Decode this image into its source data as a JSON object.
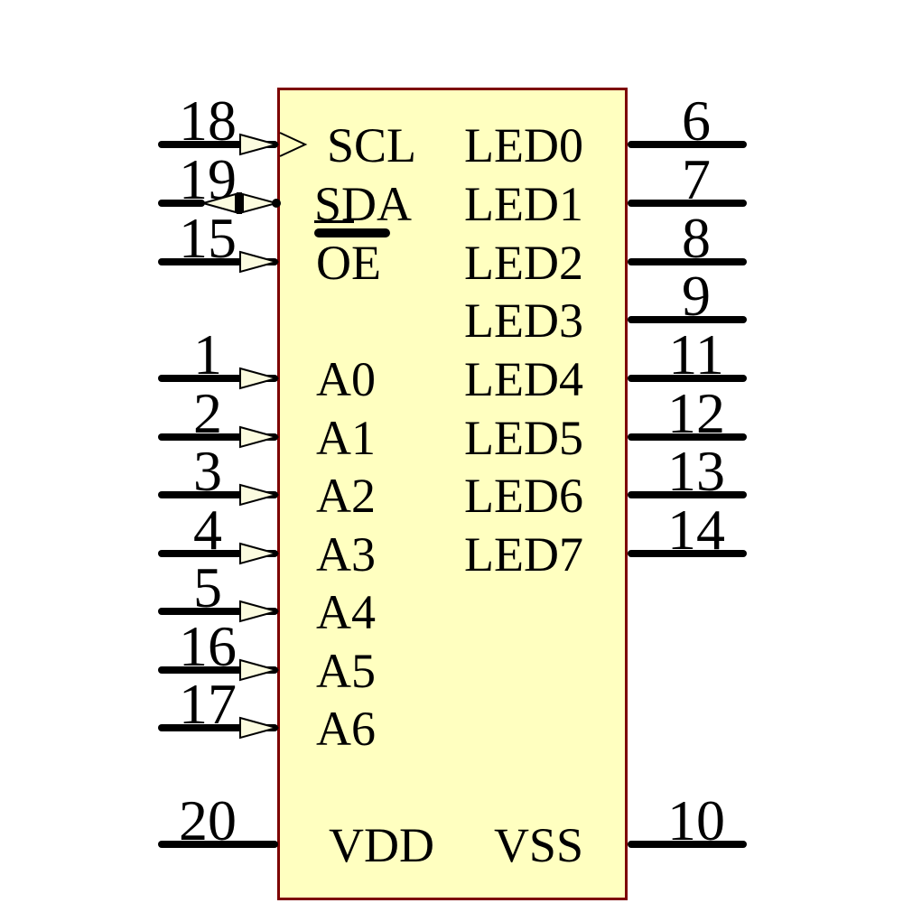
{
  "diagram": {
    "type": "ic-schematic-symbol",
    "colors": {
      "body_fill": "#FFFFC0",
      "body_border": "#7D0000",
      "arrow_fill": "#FBFBDF",
      "wire": "#000000",
      "text": "#000000",
      "background": "#FFFFFF"
    },
    "pins": {
      "left": [
        {
          "number": "18",
          "name": "SCL",
          "type": "input",
          "clock": true
        },
        {
          "number": "19",
          "name": "SDA",
          "type": "bidirectional",
          "underline": true
        },
        {
          "number": "15",
          "name": "OE",
          "type": "input",
          "active_low": true
        },
        {
          "number": "1",
          "name": "A0",
          "type": "input"
        },
        {
          "number": "2",
          "name": "A1",
          "type": "input"
        },
        {
          "number": "3",
          "name": "A2",
          "type": "input"
        },
        {
          "number": "4",
          "name": "A3",
          "type": "input"
        },
        {
          "number": "5",
          "name": "A4",
          "type": "input"
        },
        {
          "number": "16",
          "name": "A5",
          "type": "input"
        },
        {
          "number": "17",
          "name": "A6",
          "type": "input"
        },
        {
          "number": "20",
          "name": "VDD",
          "type": "power"
        }
      ],
      "right": [
        {
          "number": "6",
          "name": "LED0",
          "type": "output"
        },
        {
          "number": "7",
          "name": "LED1",
          "type": "output"
        },
        {
          "number": "8",
          "name": "LED2",
          "type": "output"
        },
        {
          "number": "9",
          "name": "LED3",
          "type": "output"
        },
        {
          "number": "11",
          "name": "LED4",
          "type": "output"
        },
        {
          "number": "12",
          "name": "LED5",
          "type": "output"
        },
        {
          "number": "13",
          "name": "LED6",
          "type": "output"
        },
        {
          "number": "14",
          "name": "LED7",
          "type": "output"
        },
        {
          "number": "10",
          "name": "VSS",
          "type": "power"
        }
      ]
    }
  }
}
